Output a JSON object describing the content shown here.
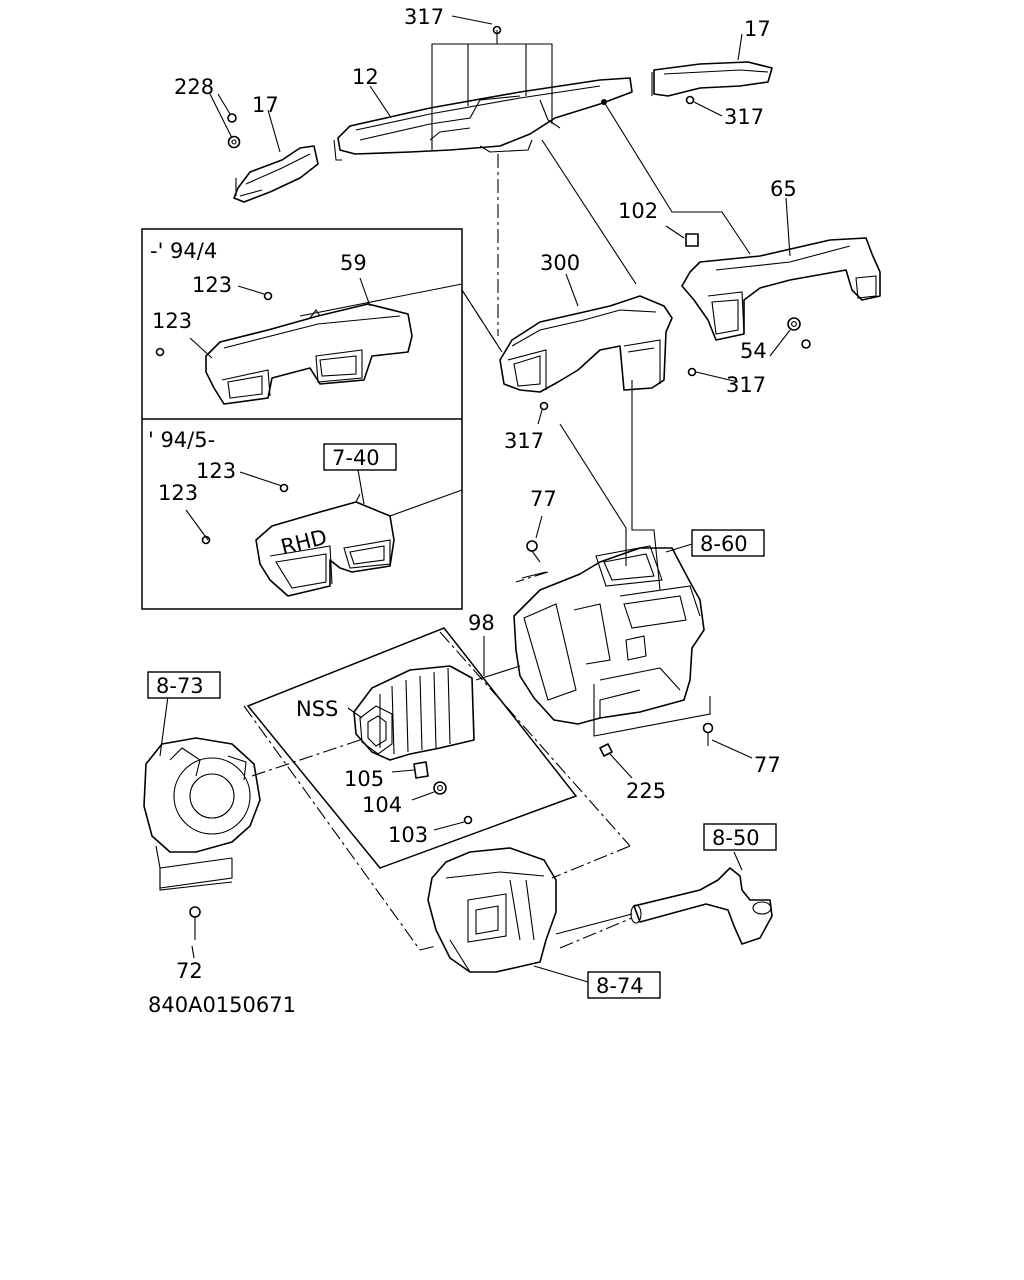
{
  "diagram": {
    "drawing_number": "840A0150671",
    "variant_labels": {
      "early": "-' 94/4",
      "late": "' 94/5-"
    },
    "duct_marking": "RHD",
    "callouts": [
      {
        "id": "c317a",
        "text": "317"
      },
      {
        "id": "c17r",
        "text": "17"
      },
      {
        "id": "c228",
        "text": "228"
      },
      {
        "id": "c12",
        "text": "12"
      },
      {
        "id": "c17l",
        "text": "17"
      },
      {
        "id": "c317b",
        "text": "317"
      },
      {
        "id": "c65",
        "text": "65"
      },
      {
        "id": "c102",
        "text": "102"
      },
      {
        "id": "c59",
        "text": "59"
      },
      {
        "id": "c300",
        "text": "300"
      },
      {
        "id": "c123a",
        "text": "123"
      },
      {
        "id": "c123b",
        "text": "123"
      },
      {
        "id": "c54",
        "text": "54"
      },
      {
        "id": "c317c",
        "text": "317"
      },
      {
        "id": "c317d",
        "text": "317"
      },
      {
        "id": "c123c",
        "text": "123"
      },
      {
        "id": "c123d",
        "text": "123"
      },
      {
        "id": "c77a",
        "text": "77"
      },
      {
        "id": "c98",
        "text": "98"
      },
      {
        "id": "cNSS",
        "text": "NSS"
      },
      {
        "id": "c105",
        "text": "105"
      },
      {
        "id": "c104",
        "text": "104"
      },
      {
        "id": "c103",
        "text": "103"
      },
      {
        "id": "c77b",
        "text": "77"
      },
      {
        "id": "c225",
        "text": "225"
      },
      {
        "id": "c72",
        "text": "72"
      }
    ],
    "reference_boxes": [
      {
        "id": "r740",
        "text": "7-40"
      },
      {
        "id": "r860",
        "text": "8-60"
      },
      {
        "id": "r873",
        "text": "8-73"
      },
      {
        "id": "r850",
        "text": "8-50"
      },
      {
        "id": "r874",
        "text": "8-74"
      }
    ]
  }
}
